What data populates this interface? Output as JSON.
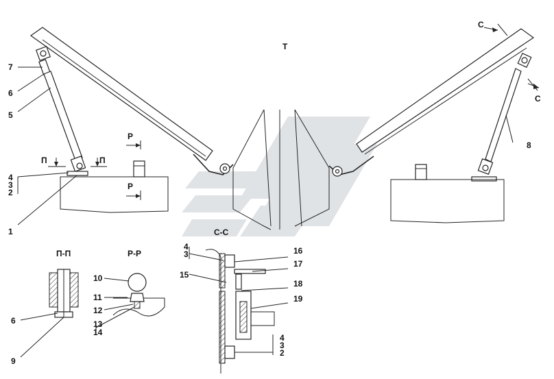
{
  "labels": {
    "view_t": "Т",
    "section_c_top": "С",
    "section_c_bottom": "С",
    "section_p_top": "Р",
    "section_p_bottom": "Р",
    "section_pi_left": "П",
    "section_pi_right": "П",
    "n7": "7",
    "n6": "6",
    "n5": "5",
    "n4": "4",
    "n3": "3",
    "n2": "2",
    "n1": "1",
    "n8": "8",
    "sec_pp": "П-П",
    "sec_rr": "Р-Р",
    "sec_cc": "С-С",
    "n10": "10",
    "n11": "11",
    "n12": "12",
    "n13": "13",
    "n14": "14",
    "n6b": "6",
    "n9": "9",
    "n4c": "4",
    "n3c": "3",
    "n16": "16",
    "n17": "17",
    "n15": "15",
    "n18": "18",
    "n19": "19",
    "n4d": "4",
    "n3d": "3",
    "n2d": "2"
  },
  "colors": {
    "line": "#222222",
    "watermark": "#c8cdd2"
  }
}
